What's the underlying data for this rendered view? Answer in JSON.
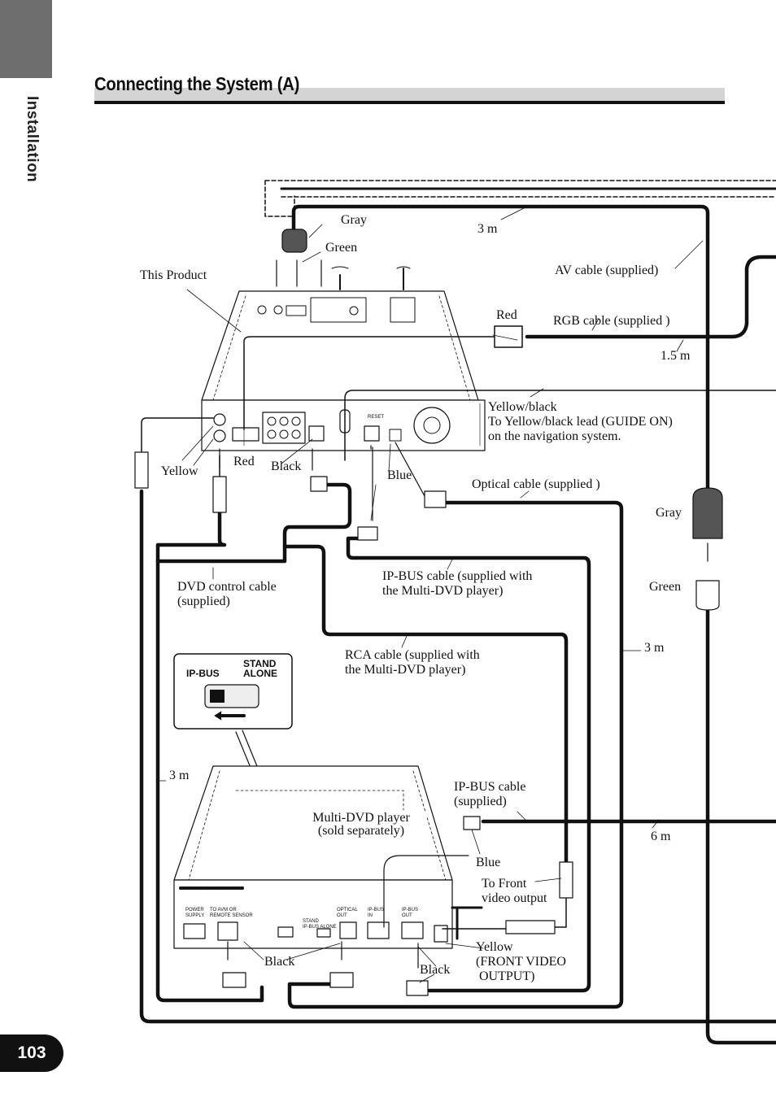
{
  "page": {
    "section_tab": "Installation",
    "title": "Connecting the System (A)",
    "page_number": "103"
  },
  "labels": {
    "gray_top": "Gray",
    "green_top": "Green",
    "three_m_top": "3 m",
    "this_product": "This Product",
    "av_cable": "AV cable (supplied)",
    "red_plug": "Red",
    "rgb_cable": "RGB cable (supplied )",
    "one_five_m": "1.5 m",
    "yellow_black": "Yellow/black\nTo Yellow/black lead (GUIDE ON)\non the navigation system.",
    "yellow_jack": "Yellow",
    "red_jack": "Red",
    "black_jack": "Black",
    "blue_jack": "Blue",
    "optical_cable": "Optical cable (supplied )",
    "gray_right": "Gray",
    "green_right": "Green",
    "dvd_control": "DVD control cable\n(supplied)",
    "ipbus_cable_top": "IP-BUS cable (supplied with\nthe Multi-DVD player)",
    "rca_cable": "RCA cable (supplied with\nthe Multi-DVD player)",
    "three_m_right": "3 m",
    "three_m_left": "3 m",
    "ipbus_cable_bottom": "IP-BUS cable\n(supplied)",
    "six_m": "6 m",
    "multi_dvd": "Multi-DVD player\n(sold separately)",
    "blue_bottom": "Blue",
    "to_front": "To Front\nvideo output",
    "black_bottom_left": "Black",
    "black_bottom_right": "Black",
    "yellow_front": "Yellow\n(FRONT VIDEO\n OUTPUT)"
  },
  "switch_inset": {
    "left_label": "IP-BUS",
    "right_label": "STAND\nALONE"
  },
  "player_panel": {
    "power_supply": "POWER\nSUPPLY",
    "to_avm": "TO AVM OR\nREMOTE SENSOR",
    "optical_out": "OPTICAL\nOUT",
    "ip_bus_in": "IP-BUS\nIN",
    "ip_bus_out": "IP-BUS\nOUT",
    "ipbus_standalone": "STAND\nIP-BUS ALONE"
  },
  "product_panel": {
    "reset": "RESET"
  }
}
